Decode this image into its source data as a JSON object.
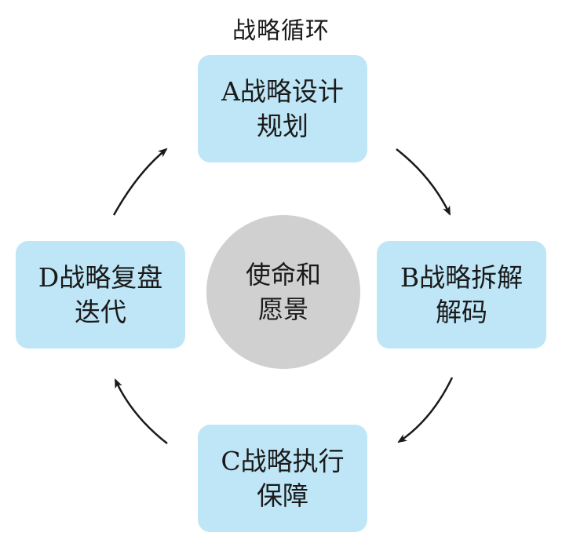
{
  "title": "战略循环",
  "center": {
    "line1": "使命和",
    "line2": "愿景"
  },
  "boxes": {
    "a": {
      "line1": "A战略设计",
      "line2": "规划"
    },
    "b": {
      "line1": "B战略拆解",
      "line2": "解码"
    },
    "c": {
      "line1": "C战略执行",
      "line2": "保障"
    },
    "d": {
      "line1": "D战略复盘",
      "line2": "迭代"
    }
  },
  "colors": {
    "box_fill": "#bfe6f6",
    "center_fill": "#d0d0d0",
    "arrow": "#1a1a1a"
  }
}
